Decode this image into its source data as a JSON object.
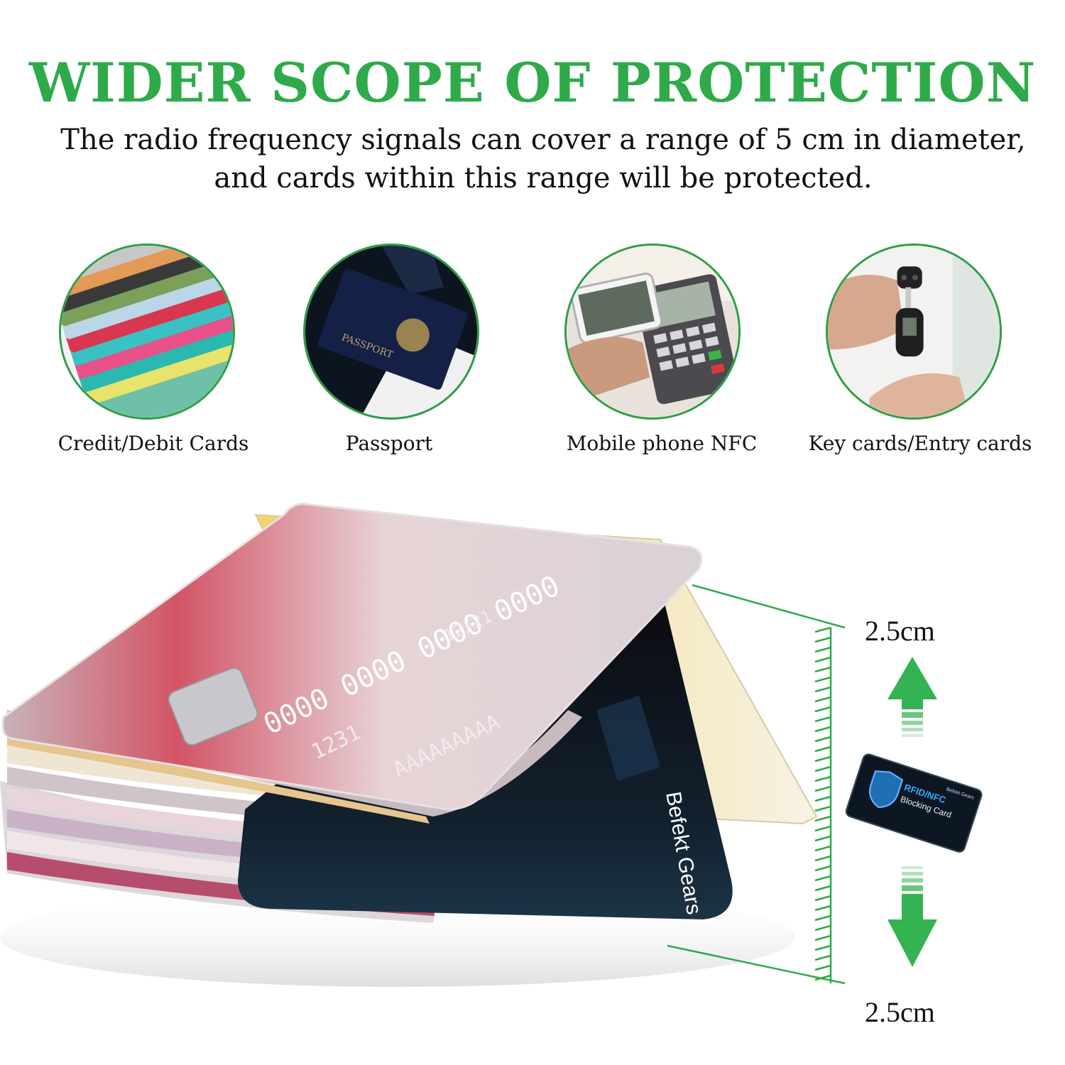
{
  "header": {
    "title": "WIDER SCOPE OF PROTECTION",
    "subtitle_line1": "The radio frequency signals can cover a range of 5 cm in diameter,",
    "subtitle_line2": "and cards within this range will be protected."
  },
  "categories": [
    {
      "label": "Credit/Debit Cards",
      "icon": "credit-cards-photo"
    },
    {
      "label": "Passport",
      "icon": "passport-photo"
    },
    {
      "label": "Mobile phone NFC",
      "icon": "nfc-payment-photo"
    },
    {
      "label": "Key cards/Entry cards",
      "icon": "car-key-photo"
    }
  ],
  "illustration": {
    "blocking_card_brand": "Befekt Gears",
    "small_card_line1": "RFID/NFC",
    "small_card_line2": "Blocking Card",
    "small_card_brand": "Befekt Gears",
    "front_card_digits_1": "0000 0000 0000 0000",
    "front_card_digits_2": "1231",
    "front_card_name": "AAAAAAAAA",
    "front_card_expiry": "12/21"
  },
  "dimensions": {
    "top_label": "2.5cm",
    "bottom_label": "2.5cm"
  },
  "colors": {
    "accent": "#2faa4a",
    "circle_border": "#2e9e45",
    "arrow": "#33b352"
  }
}
